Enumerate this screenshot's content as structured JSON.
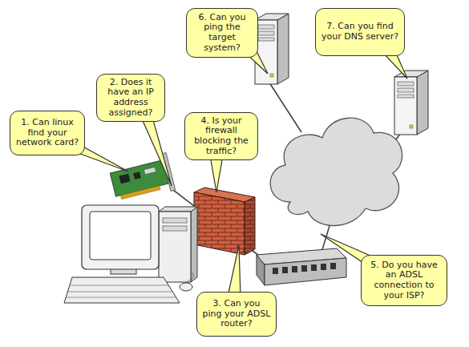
{
  "diagram": {
    "nodes": [
      {
        "text": [
          "1. Can linux find your network card?"
        ]
      },
      {
        "text": [
          "2. Does it have an IP address assigned?"
        ]
      },
      {
        "text": [
          "3. Can you ping your ADSL router?"
        ]
      },
      {
        "text": [
          "4. Is your firewall blocking the traffic?"
        ]
      },
      {
        "text": [
          "5. Do you have an ADSL connection to your ISP?"
        ]
      },
      {
        "text": [
          "6. Can you ping the target system?"
        ]
      },
      {
        "text": [
          "7. Can you find your DNS server?"
        ]
      }
    ]
  }
}
